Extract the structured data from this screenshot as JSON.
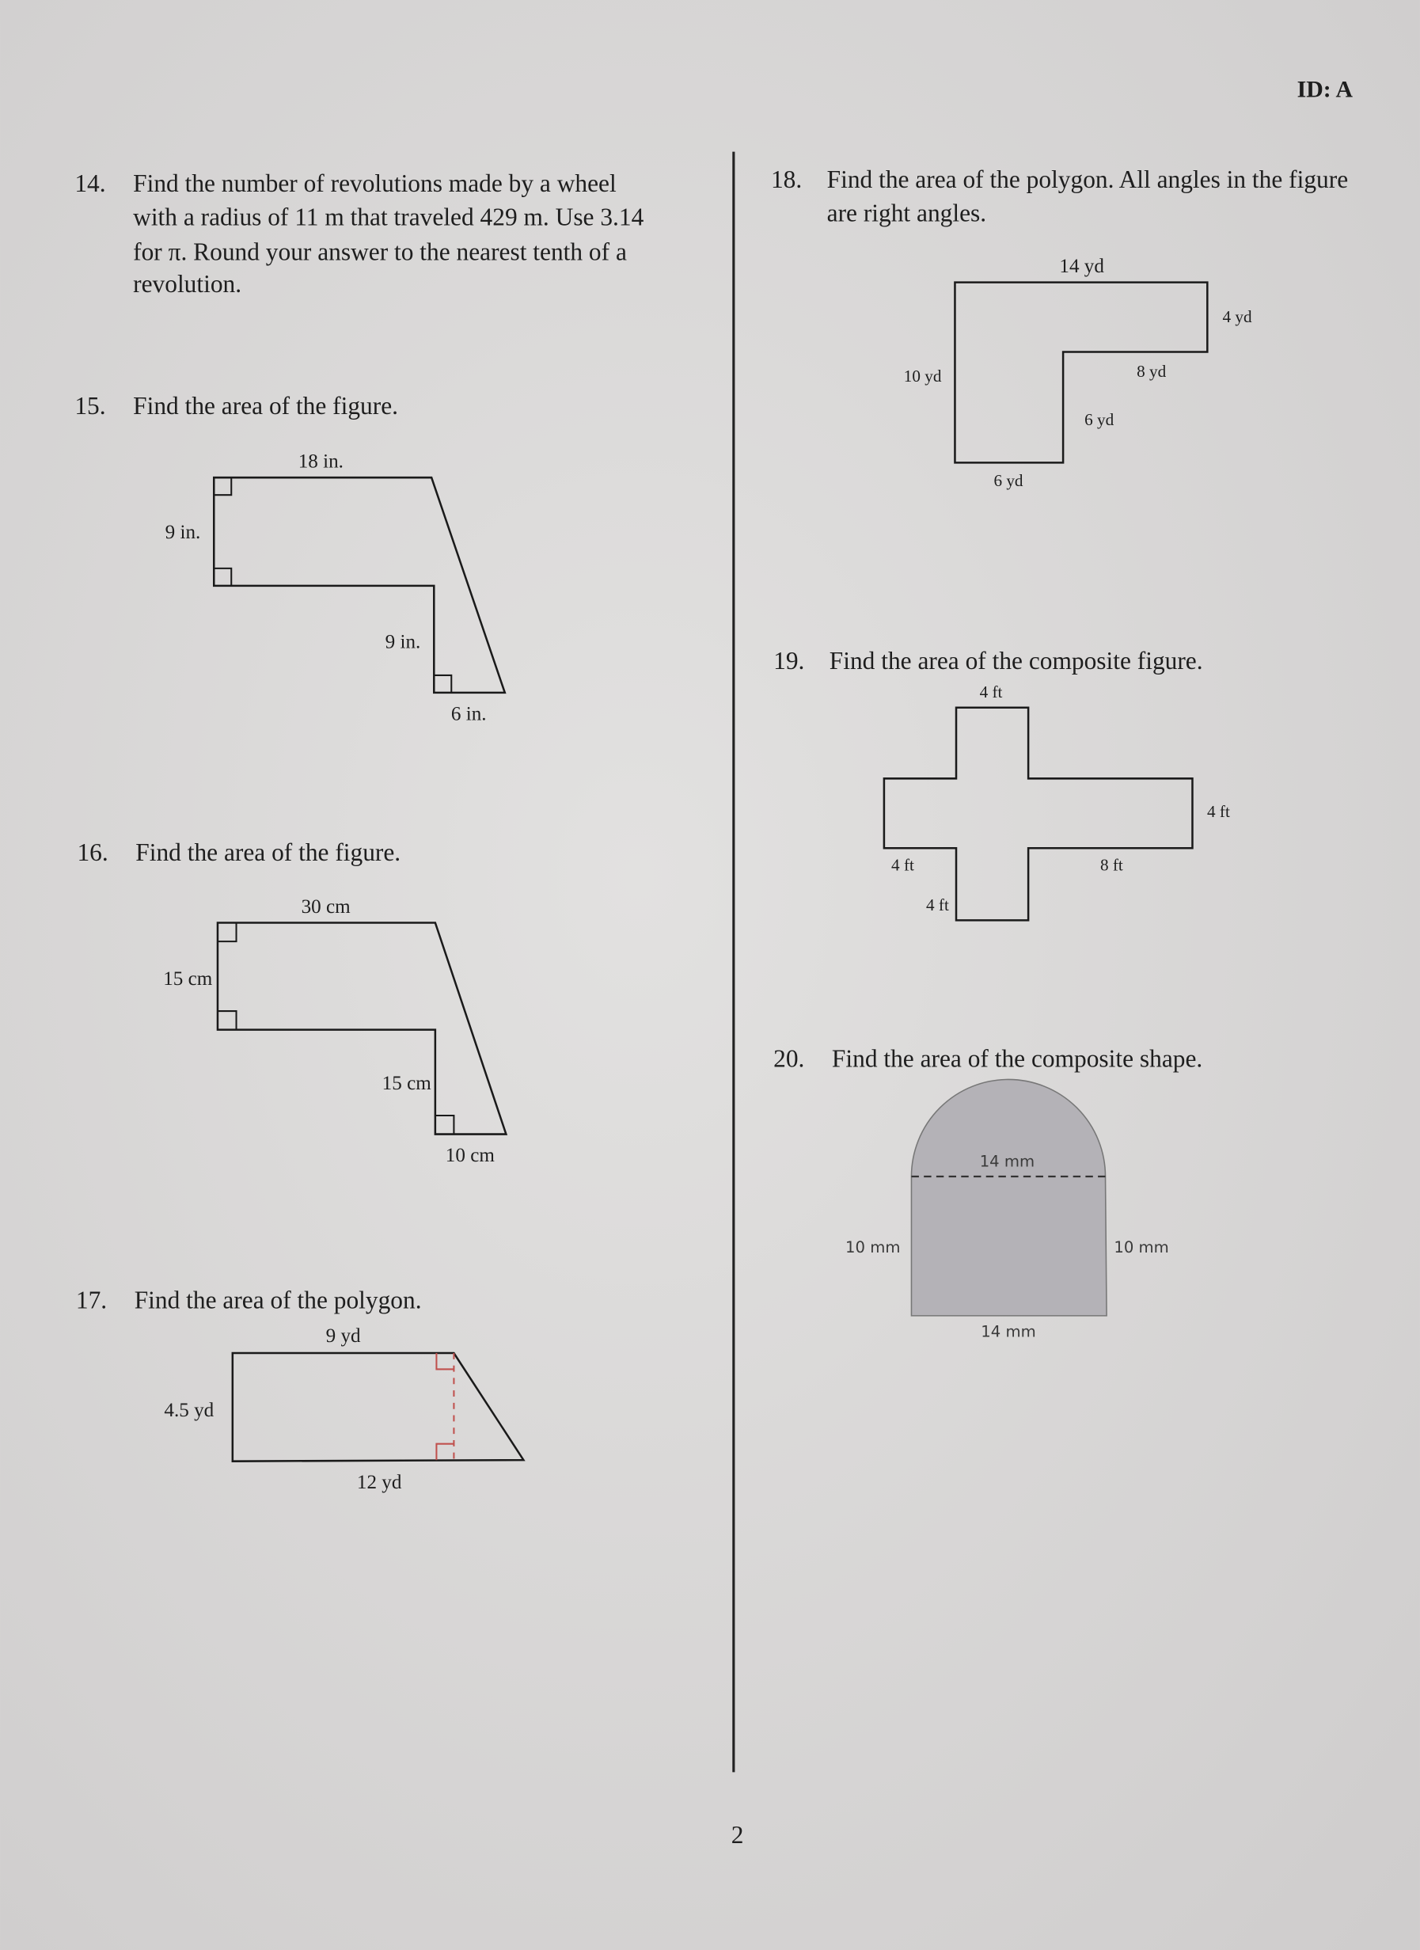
{
  "header": {
    "id_label": "ID: A"
  },
  "page_number": "2",
  "questions": {
    "q14": {
      "number": "14.",
      "lines": [
        "Find the number of revolutions made by a wheel",
        "with a radius of 11 m that traveled 429 m. Use 3.14",
        "for π. Round your answer to the nearest tenth of a",
        "revolution."
      ]
    },
    "q15": {
      "number": "15.",
      "prompt": "Find the area of the figure.",
      "labels": {
        "top": "18 in.",
        "left": "9 in.",
        "inner": "9 in.",
        "bottom": "6 in."
      }
    },
    "q16": {
      "number": "16.",
      "prompt": "Find the area of the figure.",
      "labels": {
        "top": "30 cm",
        "left": "15 cm",
        "inner": "15 cm",
        "bottom": "10 cm"
      }
    },
    "q17": {
      "number": "17.",
      "prompt": "Find the area of the polygon.",
      "labels": {
        "top": "9 yd",
        "left": "4.5 yd",
        "bottom": "12 yd"
      }
    },
    "q18": {
      "number": "18.",
      "lines": [
        "Find the area of the polygon. All angles in the figure",
        "are right angles."
      ],
      "labels": {
        "top": "14 yd",
        "right": "4 yd",
        "left": "10 yd",
        "inner_h": "8 yd",
        "inner_v": "6 yd",
        "bottom": "6 yd"
      }
    },
    "q19": {
      "number": "19.",
      "prompt": "Find the area of the composite figure.",
      "labels": {
        "top": "4 ft",
        "right": "4 ft",
        "left_arm": "4 ft",
        "right_arm": "8 ft",
        "bottom_arm": "4 ft"
      }
    },
    "q20": {
      "number": "20.",
      "prompt": "Find the area of the composite shape.",
      "labels": {
        "diameter": "14 mm",
        "left": "10 mm",
        "right": "10 mm",
        "bottom": "14 mm"
      },
      "fill_color": "#b4b2b7"
    }
  }
}
